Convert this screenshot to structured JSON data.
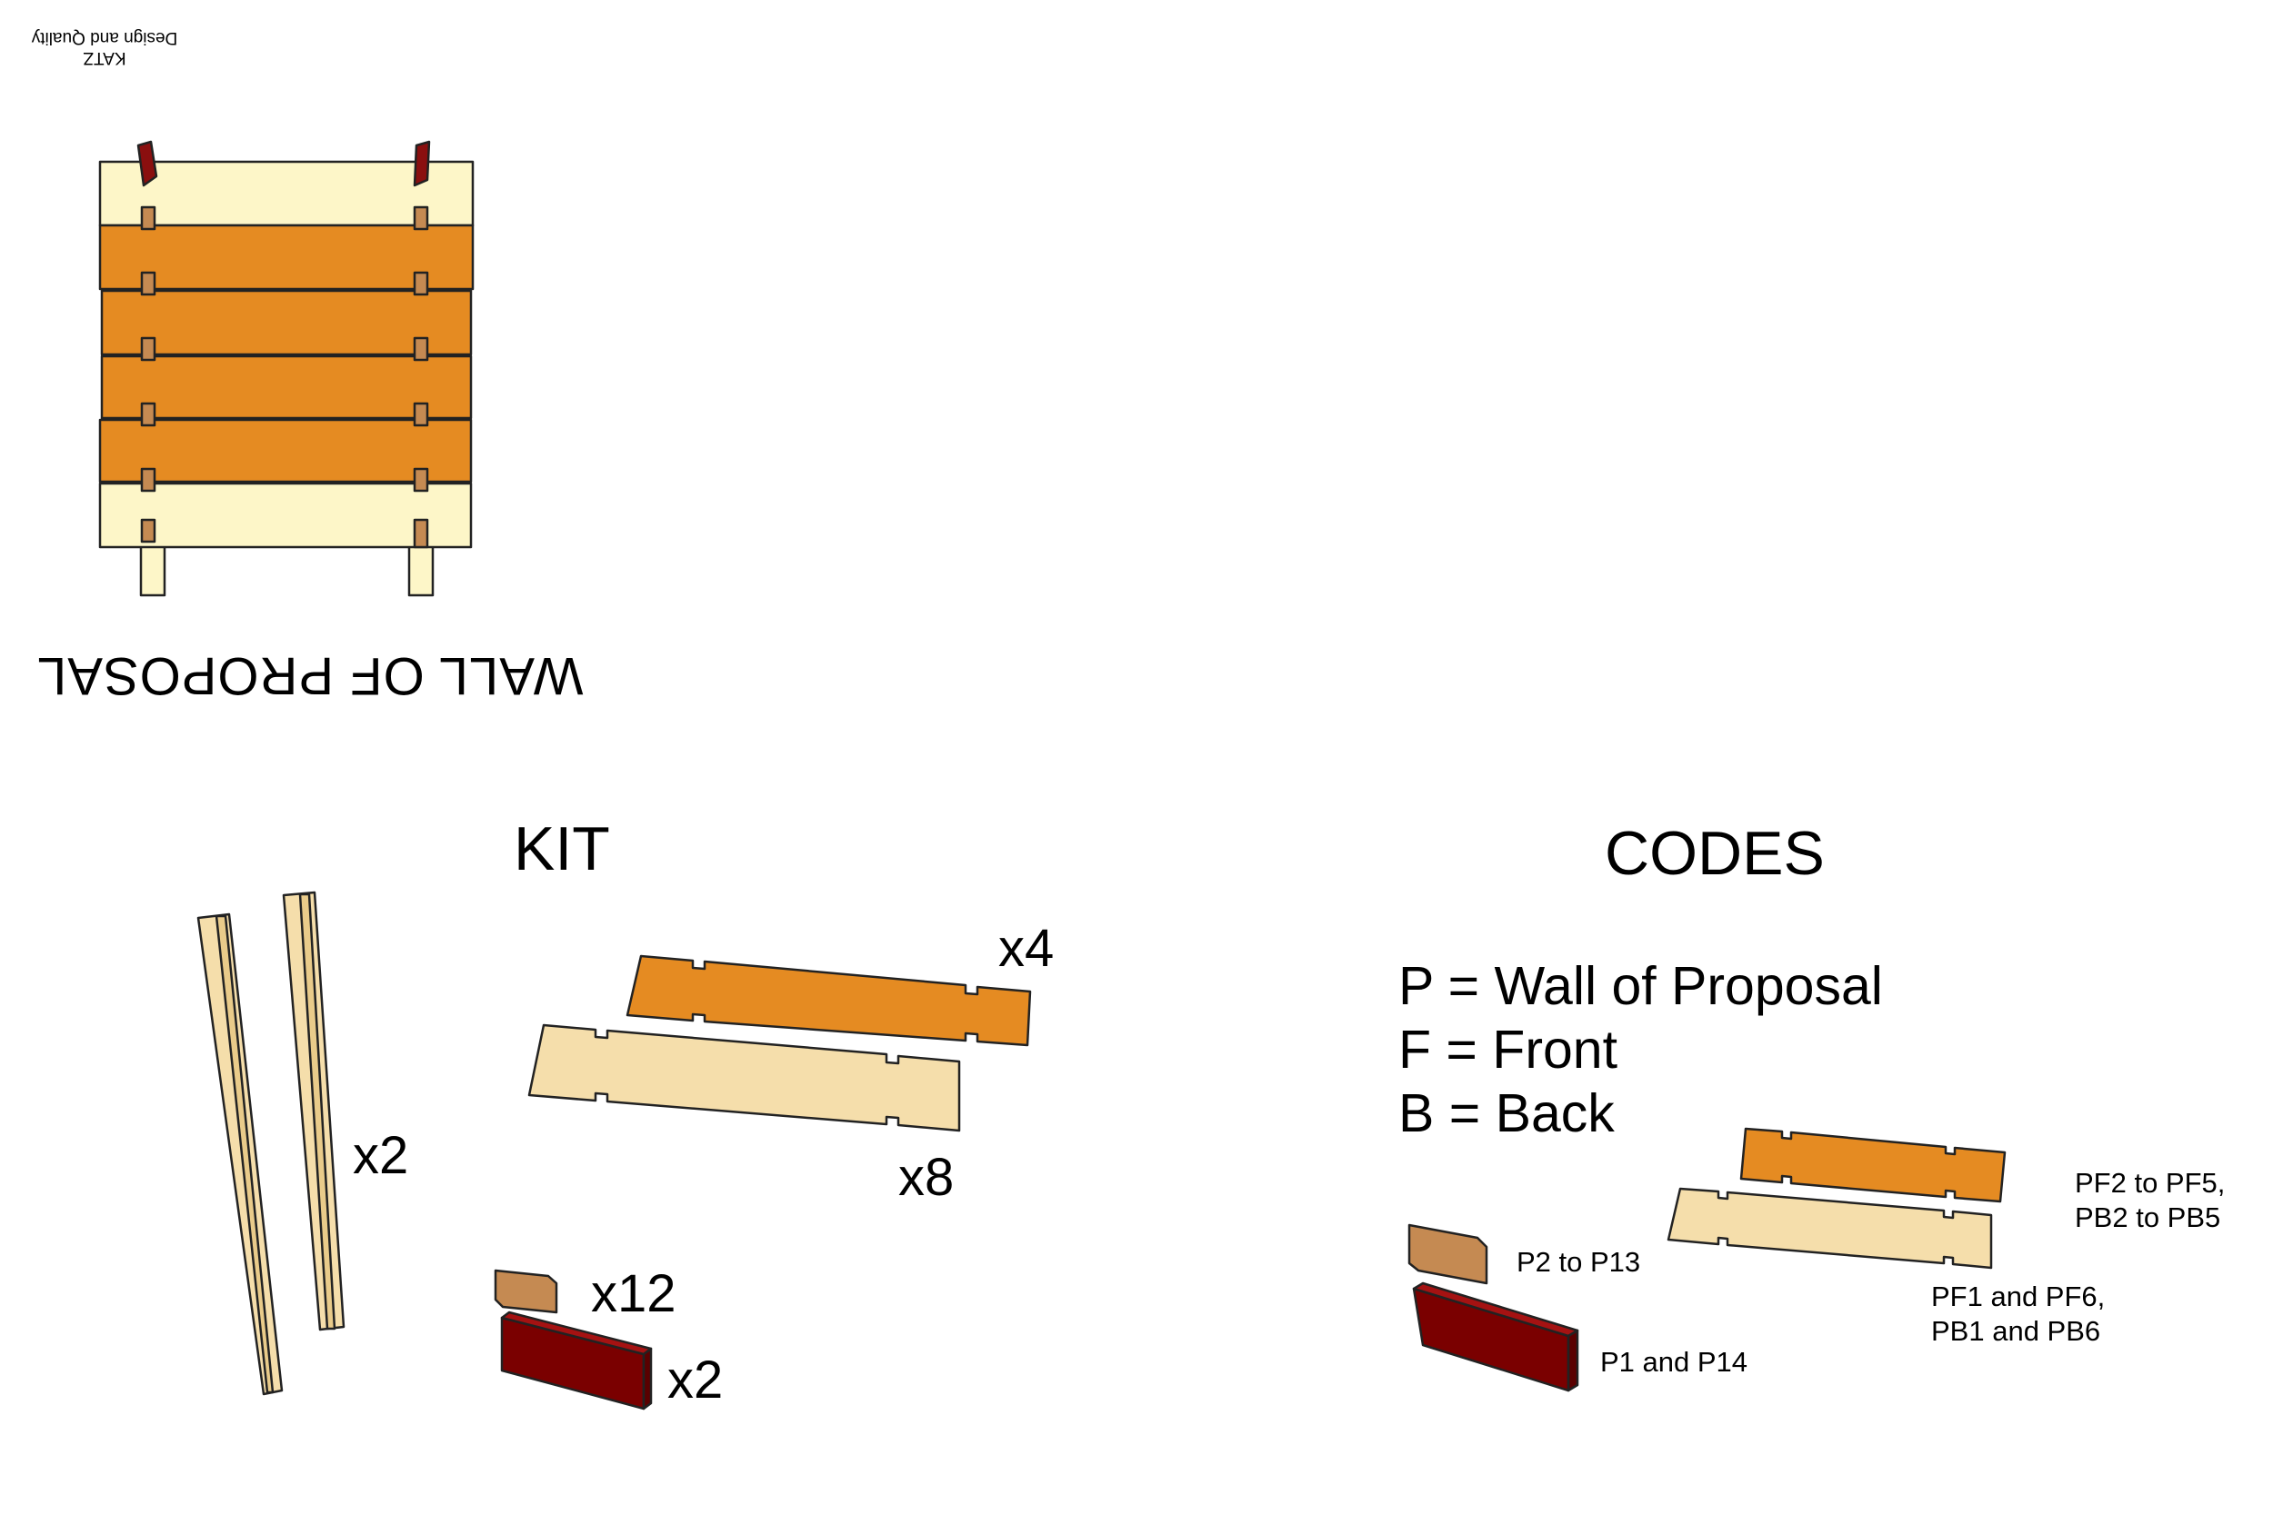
{
  "brand": {
    "name": "KATZ",
    "tagline": "Design and Quality"
  },
  "wall": {
    "title": "WALL OF PROPOSAL"
  },
  "kit": {
    "title": "KIT",
    "posts_qty": "x2",
    "dark_plank_qty": "x4",
    "light_plank_qty": "x8",
    "small_block_qty": "x12",
    "long_block_qty": "x2"
  },
  "codes": {
    "title": "CODES",
    "legend": [
      "P = Wall of Proposal",
      "F = Front",
      "B = Back"
    ],
    "dark_plank_code": [
      "PF2 to PF5,",
      "PB2 to PB5"
    ],
    "light_plank_code": [
      "PF1 and PF6,",
      "PB1 and PB6"
    ],
    "small_block_code": "P2 to P13",
    "long_block_code": "P1 and P14"
  },
  "colors": {
    "light_plank": "#f5deab",
    "light_plank_wall": "#fdf6c8",
    "dark_plank": "#e58b22",
    "small_block": "#c58a52",
    "long_block": "#7a0000",
    "outline": "#222222"
  }
}
